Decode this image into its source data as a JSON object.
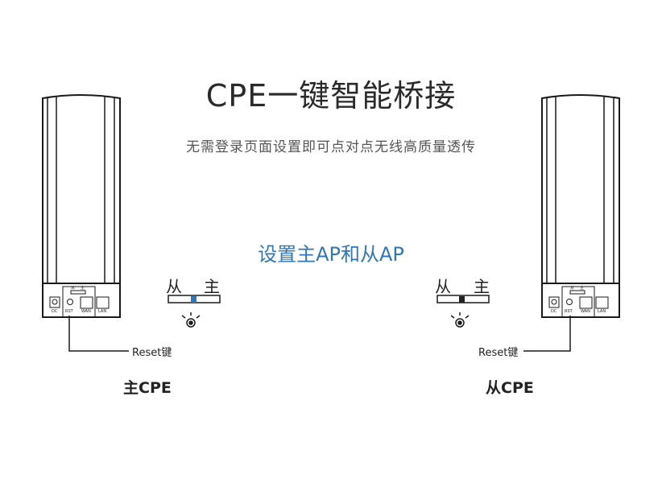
{
  "title": "CPE一键智能桥接",
  "subtitle": "无需登录页面设置即可点对点无线高质量透传",
  "section_title": "设置主AP和从AP",
  "left_device": {
    "label": "主CPE",
    "reset_label": "Reset键",
    "switch": {
      "left": "从",
      "right": "主",
      "active_color": "#2f77b8"
    },
    "ports": {
      "dc": "DC",
      "rst": "RST",
      "wan": "WAN",
      "lan": "LAN",
      "mode_left": "从",
      "mode_right": "主"
    }
  },
  "right_device": {
    "label": "从CPE",
    "reset_label": "Reset键",
    "switch": {
      "left": "从",
      "right": "主",
      "active_color": "#222222"
    },
    "ports": {
      "dc": "DC",
      "rst": "RST",
      "wan": "WAN",
      "lan": "LAN",
      "mode_left": "从",
      "mode_right": "主"
    }
  }
}
